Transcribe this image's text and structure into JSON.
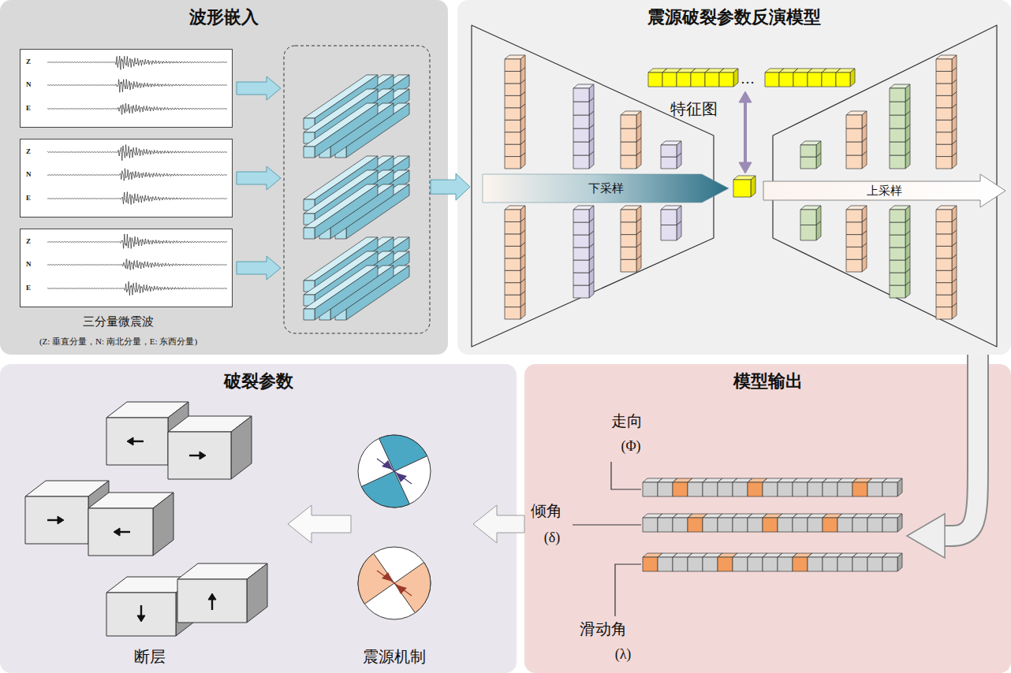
{
  "diagram": {
    "nodes": [
      {
        "text": [
          "波形嵌入"
        ]
      },
      {
        "text": [
          "Z",
          "N",
          "E"
        ],
        "in": 0
      },
      {
        "text": [
          "Z",
          "N",
          "E"
        ],
        "in": 0
      },
      {
        "text": [
          "Z",
          "N",
          "E"
        ],
        "in": 0
      },
      {
        "text": [
          "震源破裂参数反演模型"
        ]
      },
      {
        "text": [
          "下采样"
        ],
        "in": 4
      },
      {
        "text": [
          "上采样"
        ],
        "in": 4
      },
      {
        "text": [
          "破裂参数"
        ]
      },
      {
        "text": [
          "模型输出"
        ]
      }
    ],
    "edges": [
      {
        "from": 0,
        "to": 4,
        "arrow": "to"
      },
      {
        "from": 4,
        "to": 8,
        "arrow": "to"
      },
      {
        "from": 8,
        "to": 7,
        "arrow": "to"
      }
    ],
    "labels": [
      "三分量微震波",
      "(Z: 垂直分量，N: 南北分量，E: 东西分量)",
      "特征图",
      "…",
      "走向",
      "(Φ)",
      "倾角",
      "(δ)",
      "滑动角",
      "(λ)",
      "断层",
      "震源机制"
    ]
  }
}
